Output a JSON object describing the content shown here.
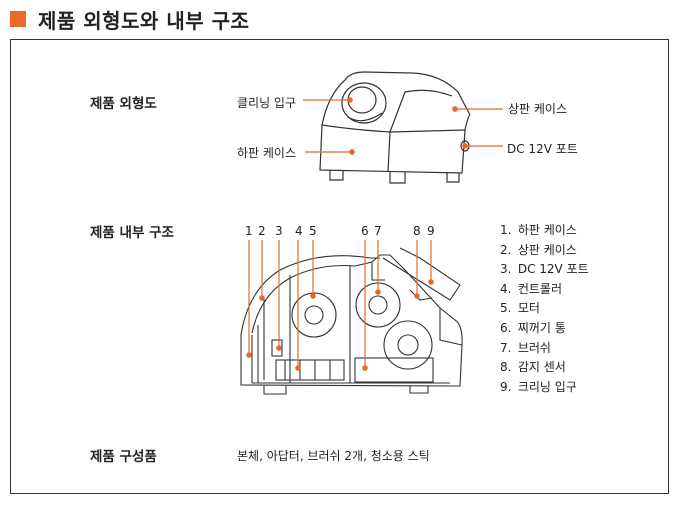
{
  "header": {
    "title": "제품 외형도와 내부 구조"
  },
  "colors": {
    "accent": "#e8692a",
    "line": "#333333"
  },
  "exterior": {
    "title": "제품 외형도",
    "labels": {
      "cleaning_inlet": "클리닝 입구",
      "upper_case": "상판 케이스",
      "lower_case": "하판 케이스",
      "dc_port": "DC 12V 포트"
    }
  },
  "internal": {
    "title": "제품 내부 구조",
    "numbers": [
      "1",
      "2",
      "3",
      "4",
      "5",
      "6",
      "7",
      "8",
      "9"
    ],
    "legend": [
      {
        "num": "1.",
        "text": "하판 케이스"
      },
      {
        "num": "2.",
        "text": "상판 케이스"
      },
      {
        "num": "3.",
        "text": "DC 12V 포트"
      },
      {
        "num": "4.",
        "text": "컨트롤러"
      },
      {
        "num": "5.",
        "text": "모터"
      },
      {
        "num": "6.",
        "text": "찌꺼기 통"
      },
      {
        "num": "7.",
        "text": "브러쉬"
      },
      {
        "num": "8.",
        "text": "감지 센서"
      },
      {
        "num": "9.",
        "text": "크리닝 입구"
      }
    ]
  },
  "components": {
    "title": "제품 구성품",
    "text": "본체, 아답터, 브러쉬 2개, 청소용 스틱"
  }
}
